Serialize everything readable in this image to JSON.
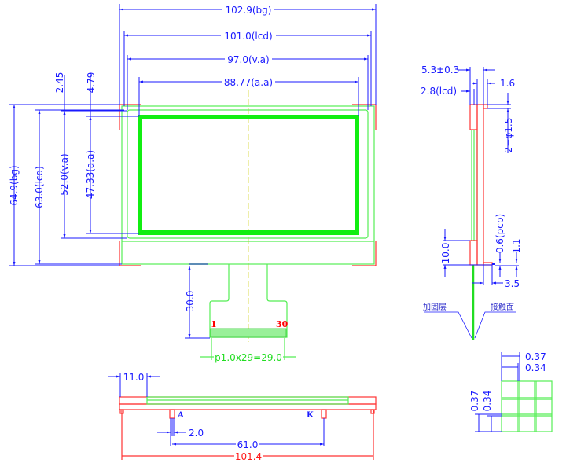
{
  "front_view": {
    "dim_bg_width": "102.9(bg)",
    "dim_lcd_width": "101.0(lcd)",
    "dim_va_width": "97.0(v.a)",
    "dim_aa_width": "88.77(a.a)",
    "dim_bg_height": "64.9(bg)",
    "dim_lcd_height": "63.0(lcd)",
    "dim_va_height": "52.0(v.a)",
    "dim_aa_height": "47.33(a.a)",
    "dim_va_offset": "2.45",
    "dim_aa_offset": "4.79",
    "dim_fpc_length": "30.0",
    "pin_first": "1",
    "pin_last": "30",
    "dim_pitch": "p1.0x29=29.0"
  },
  "side_view": {
    "dim_thickness": "5.3±0.3",
    "dim_lcd_thickness": "2.8(lcd)",
    "dim_1_6": "1.6",
    "dim_holes": "2−φ1.5",
    "dim_pcb": "0.6(pcb)",
    "dim_1_1": "1.1",
    "dim_10": "10.0",
    "dim_3_5": "3.5",
    "label_stiffener": "加固层",
    "label_contact": "接触面"
  },
  "bottom_view": {
    "dim_11": "11.0",
    "dim_2": "2.0",
    "dim_61": "61.0",
    "dim_101_4": "101.4",
    "pin_anode": "A",
    "pin_cathode": "K"
  },
  "dot_detail": {
    "dim_w1": "0.37",
    "dim_w2": "0.34",
    "dim_h1": "0.37",
    "dim_h2": "0.34"
  },
  "colors": {
    "dimension": "#1a1aff",
    "outline": "#55ee55",
    "bracket": "#ff3333"
  }
}
